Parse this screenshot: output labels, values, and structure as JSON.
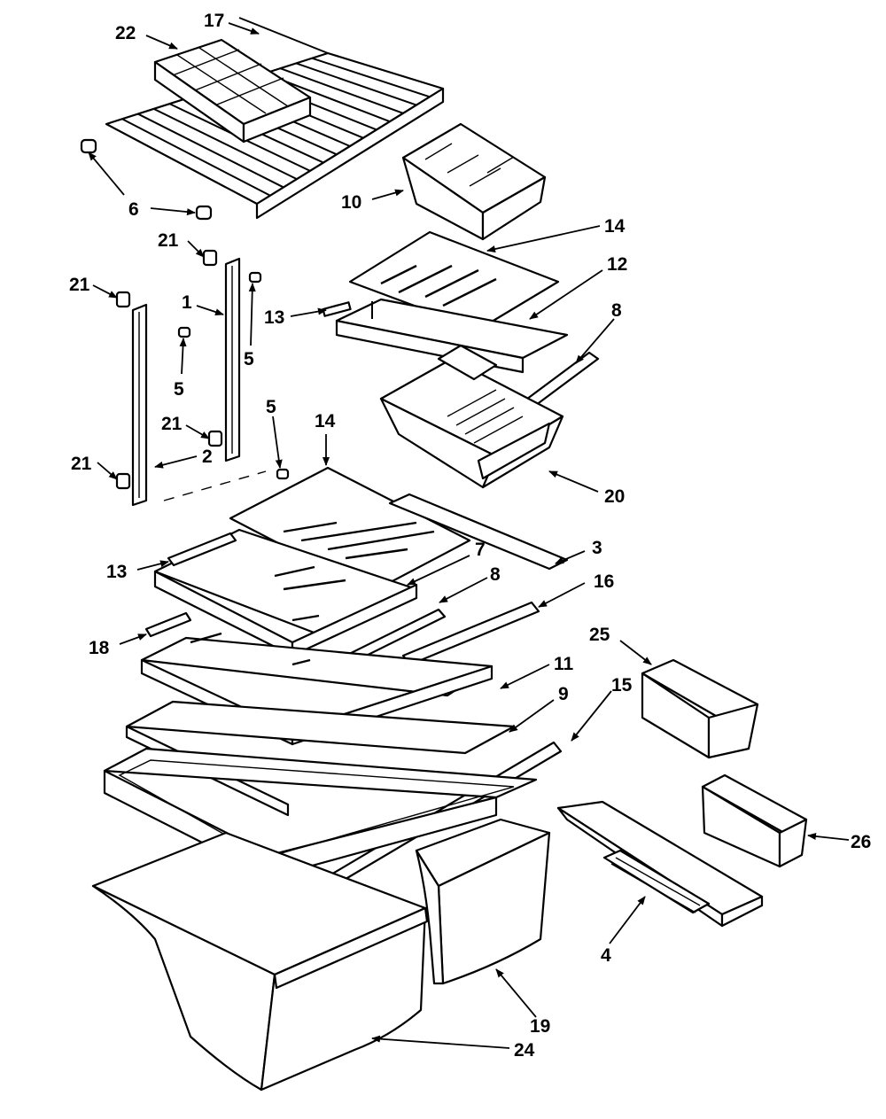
{
  "callouts": {
    "c1": "1",
    "c2": "2",
    "c3": "3",
    "c4": "4",
    "c5a": "5",
    "c5b": "5",
    "c5c": "5",
    "c6": "6",
    "c7": "7",
    "c8a": "8",
    "c8b": "8",
    "c9": "9",
    "c10": "10",
    "c11": "11",
    "c12": "12",
    "c13a": "13",
    "c13b": "13",
    "c14a": "14",
    "c14b": "14",
    "c15": "15",
    "c16": "16",
    "c17": "17",
    "c18": "18",
    "c19": "19",
    "c20": "20",
    "c21a": "21",
    "c21b": "21",
    "c21c": "21",
    "c21d": "21",
    "c22": "22",
    "c24": "24",
    "c25": "25",
    "c26": "26"
  }
}
